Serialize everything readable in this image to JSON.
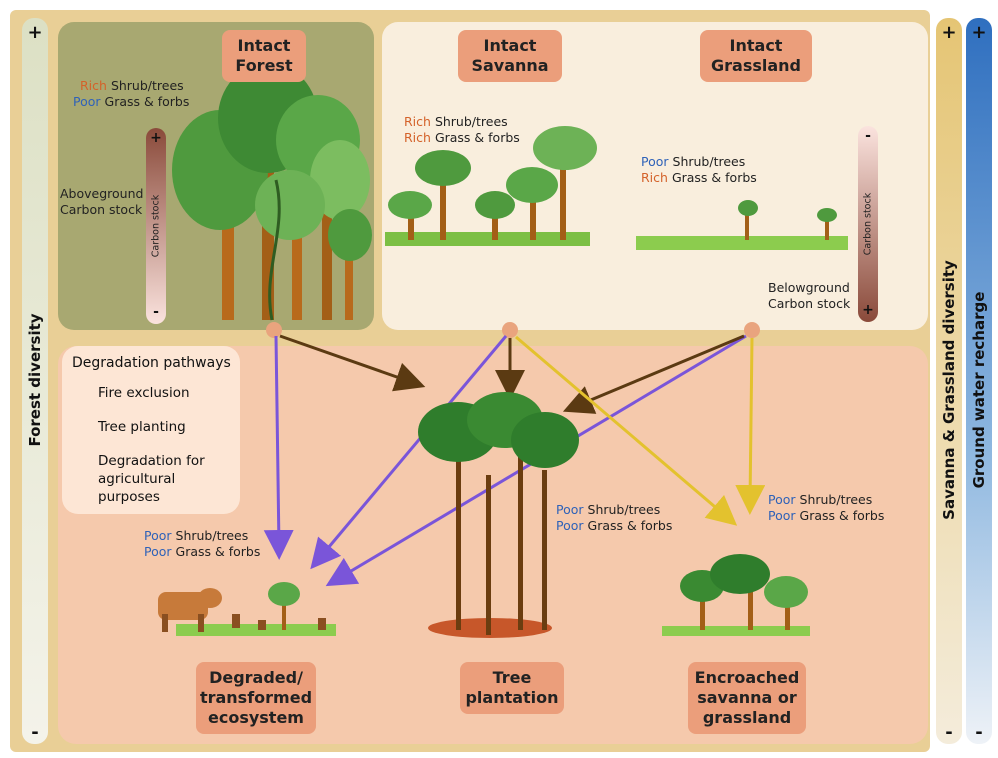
{
  "side_bars": {
    "forest_diversity": {
      "label": "Forest diversity",
      "plus": "+",
      "minus": "-"
    },
    "savanna_grassland_diversity": {
      "label": "Savanna & Grassland diversity",
      "plus": "+",
      "minus": "-"
    },
    "ground_water_recharge": {
      "label": "Ground water recharge",
      "plus": "+",
      "minus": "-"
    }
  },
  "top_panels": {
    "forest": {
      "title_line1": "Intact",
      "title_line2": "Forest",
      "shrub": {
        "quality": "Rich",
        "label": "Shrub/trees"
      },
      "grass": {
        "quality": "Poor",
        "label": "Grass & forbs"
      },
      "carbon_note_line1": "Aboveground",
      "carbon_note_line2": "Carbon stock",
      "carbon_bar_label": "Carbon stock",
      "carbon_plus": "+",
      "carbon_minus": "-"
    },
    "savanna": {
      "title_line1": "Intact",
      "title_line2": "Savanna",
      "shrub": {
        "quality": "Rich",
        "label": "Shrub/trees"
      },
      "grass": {
        "quality": "Rich",
        "label": "Grass & forbs"
      }
    },
    "grassland": {
      "title_line1": "Intact",
      "title_line2": "Grassland",
      "shrub": {
        "quality": "Poor",
        "label": "Shrub/trees"
      },
      "grass": {
        "quality": "Rich",
        "label": "Grass & forbs"
      },
      "carbon_note_line1": "Belowground",
      "carbon_note_line2": "Carbon stock",
      "carbon_bar_label": "Carbon stock",
      "carbon_plus": "+",
      "carbon_minus": "-"
    }
  },
  "legend": {
    "title": "Degradation pathways",
    "fire": "Fire exclusion",
    "tree": "Tree planting",
    "degr_line1": "Degradation for",
    "degr_line2": "agricultural",
    "degr_line3": "purposes"
  },
  "outcomes": {
    "degraded": {
      "title_line1": "Degraded/",
      "title_line2": "transformed",
      "title_line3": "ecosystem",
      "shrub": {
        "quality": "Poor",
        "label": "Shrub/trees"
      },
      "grass": {
        "quality": "Poor",
        "label": "Grass & forbs"
      }
    },
    "plantation": {
      "title_line1": "Tree",
      "title_line2": "plantation",
      "shrub": {
        "quality": "Poor",
        "label": "Shrub/trees"
      },
      "grass": {
        "quality": "Poor",
        "label": "Grass & forbs"
      }
    },
    "encroached": {
      "title_line1": "Encroached",
      "title_line2": "savanna or",
      "title_line3": "grassland",
      "shrub": {
        "quality": "Poor",
        "label": "Shrub/trees"
      },
      "grass": {
        "quality": "Poor",
        "label": "Grass & forbs"
      }
    }
  },
  "colors": {
    "fire_exclusion": "#e3c22e",
    "tree_planting": "#5b3a12",
    "agricultural_degradation": "#7a55d9",
    "rich": "#d4622a",
    "poor": "#2f62b8"
  }
}
